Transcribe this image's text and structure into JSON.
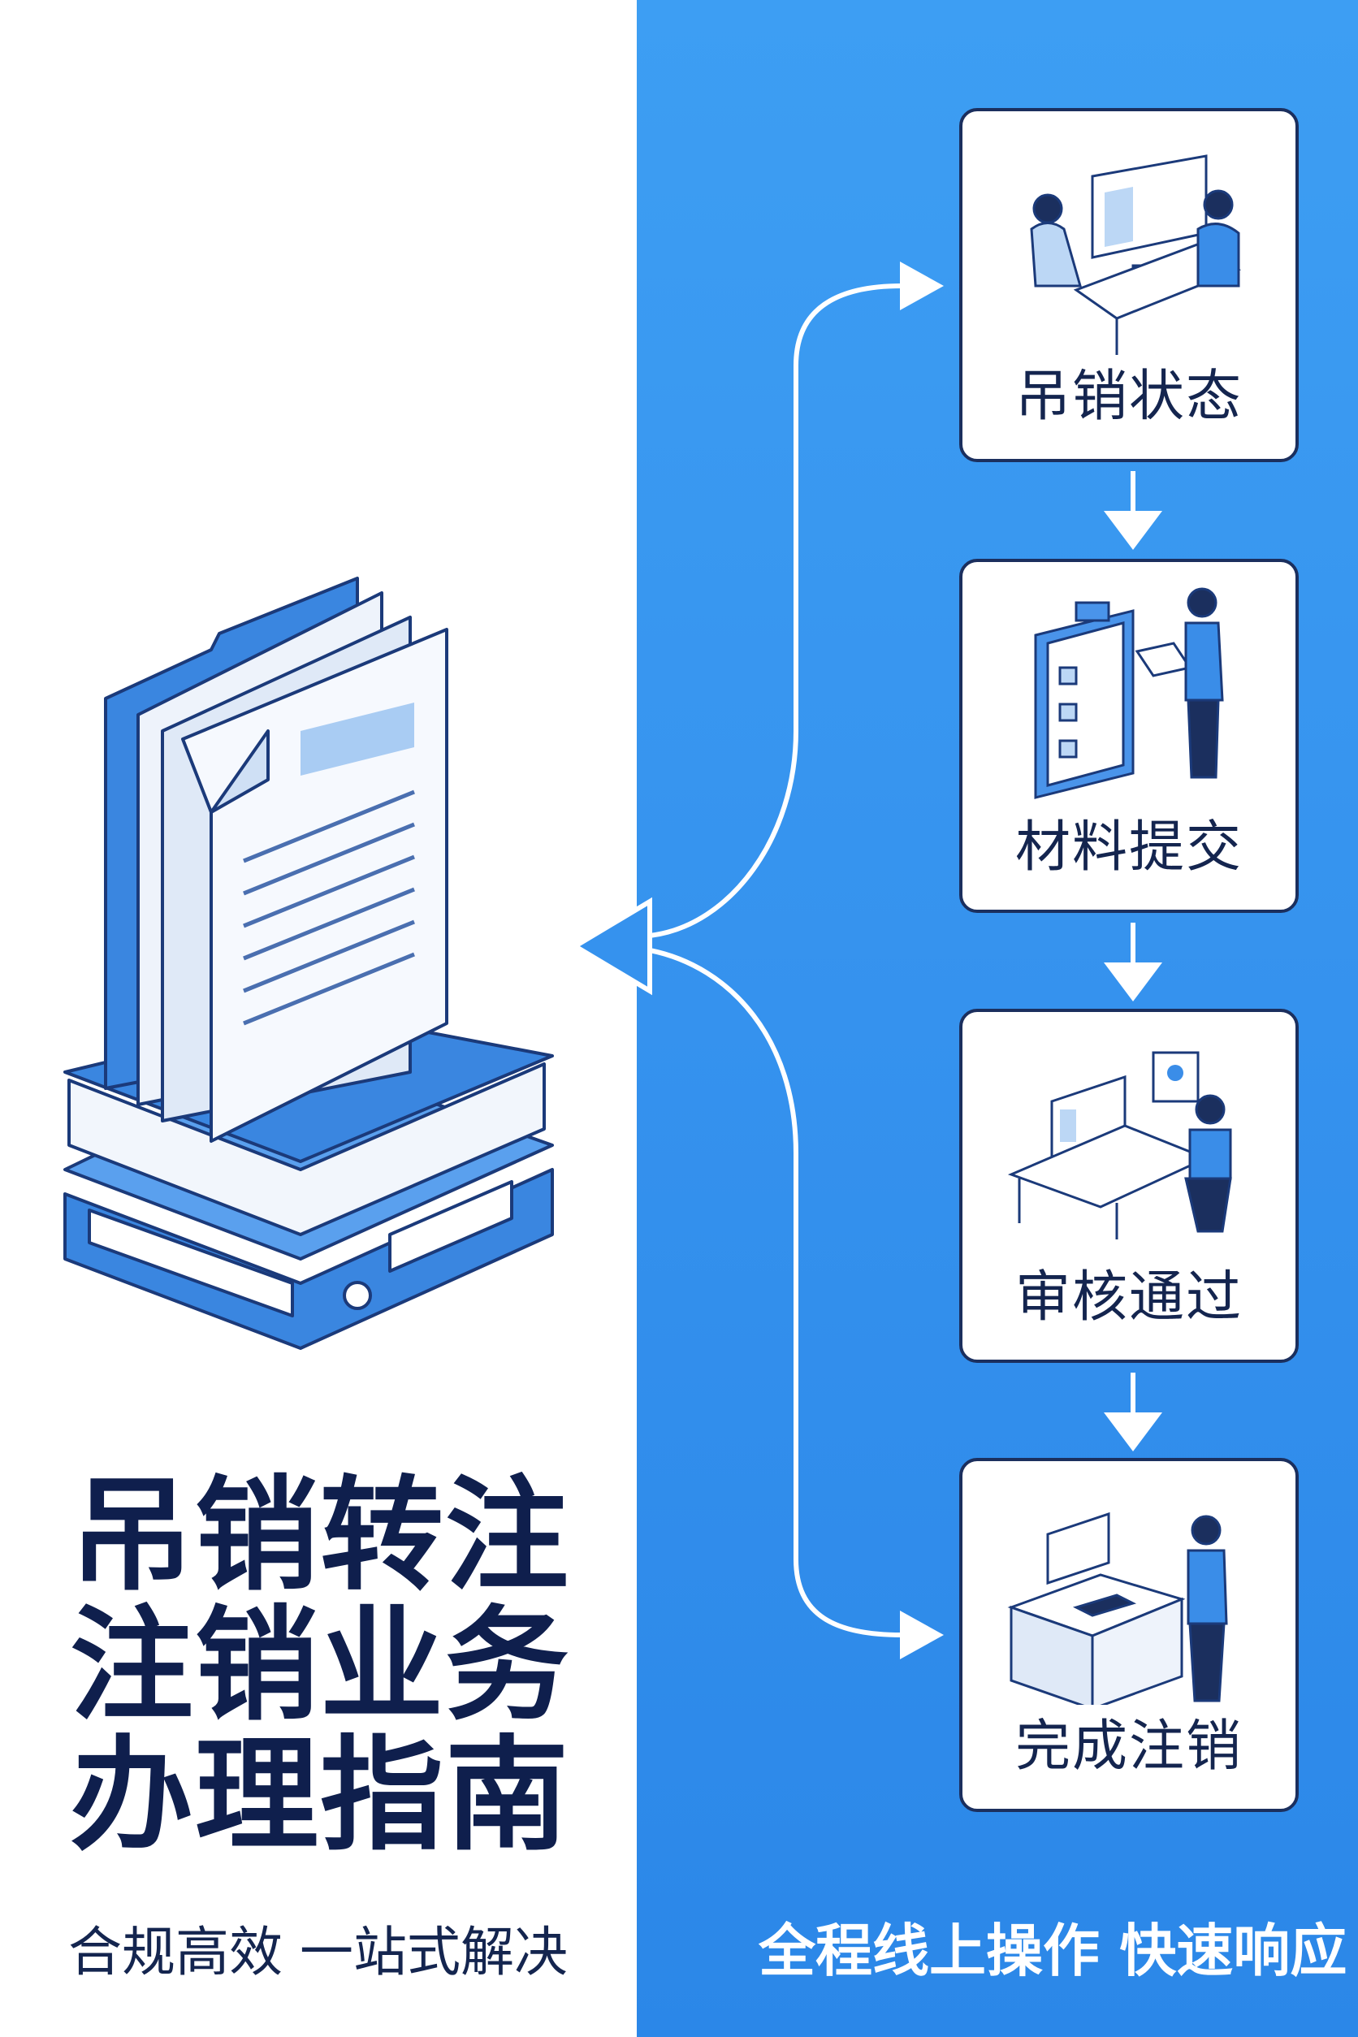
{
  "title_lines": [
    "吊销转注",
    "注销业务",
    "办理指南"
  ],
  "subtitle": "合规高效 一站式解决",
  "tagline": "全程线上操作 快速响应",
  "steps": [
    {
      "label": "吊销状态",
      "icon": "consultation-icon"
    },
    {
      "label": "材料提交",
      "icon": "clipboard-submit-icon"
    },
    {
      "label": "审核通过",
      "icon": "review-desk-icon"
    },
    {
      "label": "完成注销",
      "icon": "service-counter-icon"
    }
  ],
  "colors": {
    "navy": "#0f1f4d",
    "blue": "#3592ee",
    "light": "#bcd7f5"
  }
}
